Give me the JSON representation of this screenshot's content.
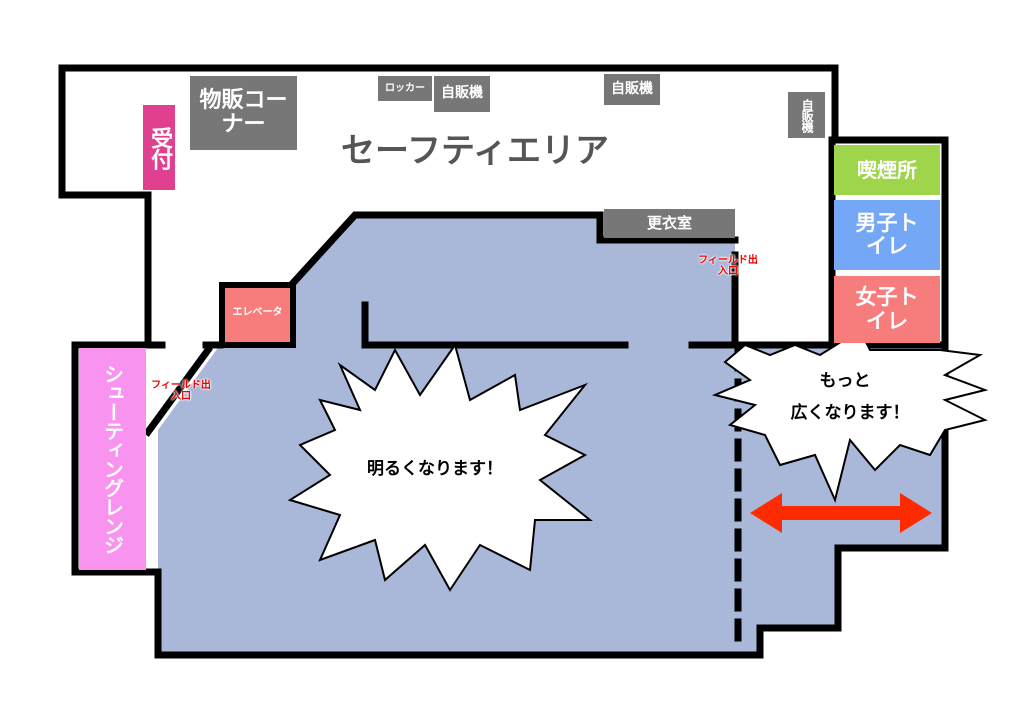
{
  "areas": {
    "safety_area": "セーフティエリア",
    "reception": "受付",
    "shop_corner": "物販コーナー",
    "locker": "ロッカー",
    "vending_1": "自販機",
    "vending_2": "自販機",
    "vending_3": "自販機",
    "smoking": "喫煙所",
    "mens_toilet": "男子トイレ",
    "womens_toilet": "女子トイレ",
    "changing_room": "更衣室",
    "elevator": "エレベータ",
    "shooting_range": "シューティングレンジ",
    "field_entrance_1": "フィールド出入口",
    "field_entrance_2": "フィールド出入口"
  },
  "callouts": {
    "brighter": "明るくなります！",
    "wider_line1": "もっと",
    "wider_line2": "広くなります！"
  },
  "colors": {
    "field": "#a9b8d8",
    "reception": "#e0408f",
    "gray_box": "#777777",
    "smoking": "#9ed54a",
    "mens": "#74a7f5",
    "womens": "#f77d7d",
    "shooting": "#f993f0",
    "arrow": "#ff2a00"
  }
}
